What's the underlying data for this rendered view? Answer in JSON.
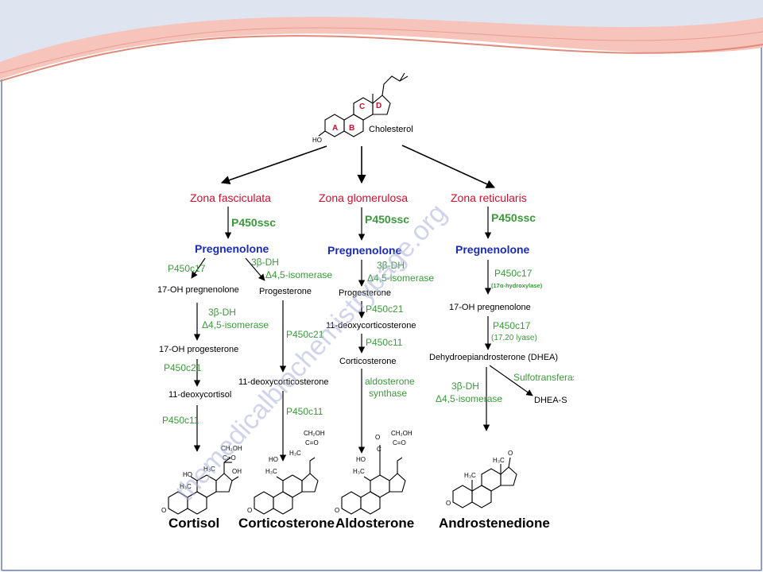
{
  "colors": {
    "zone": "#c8102e",
    "enzyme": "#3a9a3a",
    "pregnenolone": "#1a2bb8",
    "watermark": "#aab0d8",
    "header_pink": "#f2b0a5",
    "header_blue": "#cfd6ea"
  },
  "watermark": "themedicalbiochemistrypage.org",
  "top": {
    "cholesterol": "Cholesterol",
    "ring_labels": [
      "A",
      "B",
      "C",
      "D"
    ],
    "ho": "HO"
  },
  "columns": {
    "fasciculata": {
      "zone": "Zona fasciculata",
      "scc": "P450ssc",
      "pregnenolone": "Pregnenolone",
      "left_branch": {
        "enzyme_1": "P450c17",
        "metabolite_1": "17-OH pregnenolone",
        "enzyme_2a": "3β-DH",
        "enzyme_2b": "Δ4,5-isomerase",
        "metabolite_2": "17-OH progesterone",
        "enzyme_3": "P450c21",
        "metabolite_3": "11-deoxycortisol",
        "enzyme_4": "P450c11",
        "product": "Cortisol"
      },
      "right_branch": {
        "enzyme_1a": "3β-DH",
        "enzyme_1b": "Δ4,5-isomerase",
        "metabolite_1": "Progesterone",
        "enzyme_2": "P450c21",
        "metabolite_2": "11-deoxycorticosterone",
        "enzyme_3": "P450c11",
        "product": "Corticosterone"
      }
    },
    "glomerulosa": {
      "zone": "Zona glomerulosa",
      "scc": "P450ssc",
      "pregnenolone": "Pregnenolone",
      "enzyme_1a": "3β-DH",
      "enzyme_1b": "Δ4,5-isomerase",
      "metabolite_1": "Progesterone",
      "enzyme_2": "P450c21",
      "metabolite_2": "11-deoxycorticosterone",
      "enzyme_3": "P450c11",
      "metabolite_3": "Corticosterone",
      "enzyme_4a": "aldosterone",
      "enzyme_4b": "synthase",
      "product": "Aldosterone"
    },
    "reticularis": {
      "zone": "Zona reticularis",
      "scc": "P450ssc",
      "pregnenolone": "Pregnenolone",
      "enzyme_1": "P450c17",
      "enzyme_1_note": "(17α-hydroxylase)",
      "metabolite_1": "17-OH pregnenolone",
      "enzyme_2": "P450c17",
      "enzyme_2_note": "(17,20 lyase)",
      "metabolite_2": "Dehydroepiandrosterone (DHEA)",
      "side_enzyme": "Sulfotransferase",
      "side_product": "DHEA-S",
      "enzyme_3a": "3β-DH",
      "enzyme_3b": "Δ4,5-isomerase",
      "product": "Androstenedione"
    }
  },
  "structure_labels": {
    "ch2oh": "CH₂OH",
    "co": "C=O",
    "oh": "OH",
    "ho": "HO",
    "h3c": "H₃C",
    "o": "O",
    "hc": "HC",
    "c": "C"
  }
}
